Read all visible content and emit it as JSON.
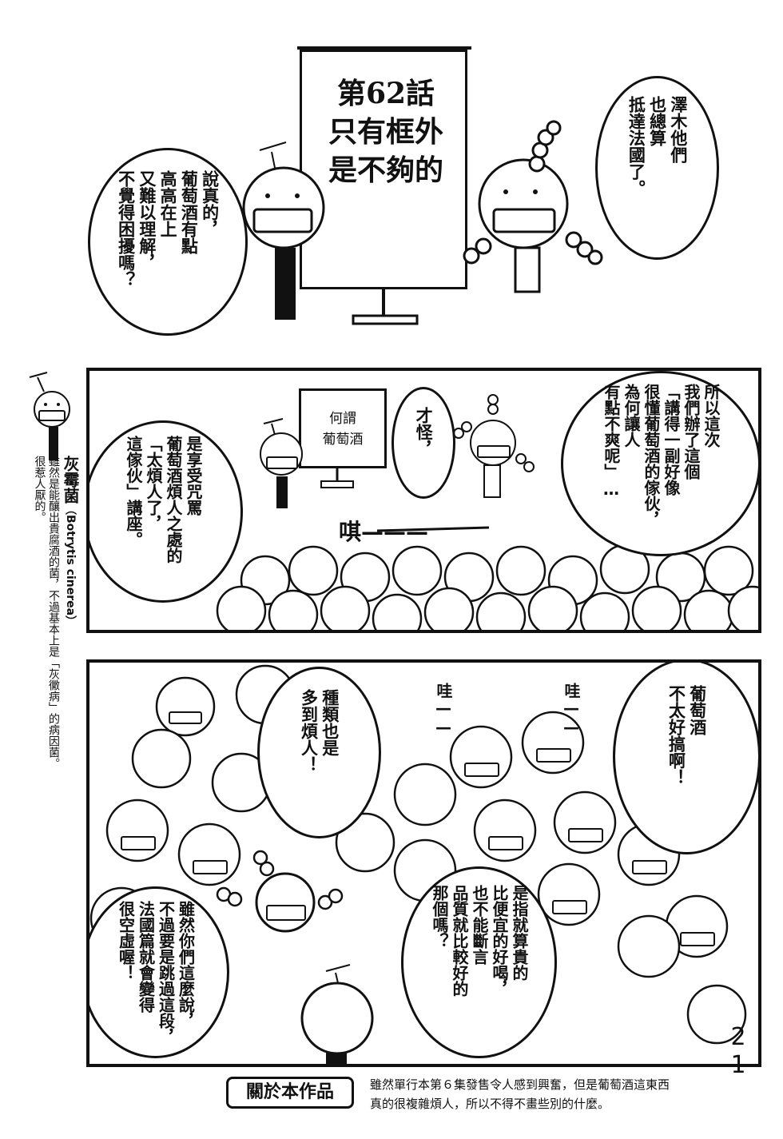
{
  "chapter": {
    "title_line1": "第62話",
    "title_line2": "只有框外",
    "title_line3": "是不夠的"
  },
  "top_section": {
    "bubble_right": "澤木他們\n也總算\n抵達法國了。",
    "bubble_left": "說真的，\n葡萄酒有點\n高高在上\n又難以理解，\n不覺得困擾嗎？"
  },
  "side_note": {
    "name": "灰霉菌",
    "latin": "（Botrytis cinerea）",
    "desc": "雖然是能釀出貴腐酒的菌，不過基本上是「灰黴病」的病因菌。\n很惹人厭的。"
  },
  "panel1": {
    "sign": "何謂\n葡萄酒",
    "bubble_right": "所以這次\n我們辦了這個\n「講得一副好像\n很懂葡萄酒的傢伙，\n為何讓人\n有點不爽呢」…",
    "bubble_mid": "才怪，",
    "bubble_left": "是享受咒罵\n葡萄酒煩人之處的\n「太煩人了，\n這傢伙」講座。",
    "sfx": "唭———"
  },
  "panel2": {
    "bubble_right": "葡萄酒\n不太好搞啊！",
    "sfx1": "哇——",
    "sfx2": "哇——",
    "bubble_top": "種類也是\n多到煩人！",
    "bubble_mid": "是指就算貴的\n比便宜的好喝，\n也不能斷言\n品質就比較好的\n那個嗎？",
    "bubble_left": "雖然你們這麼說，\n不過要是跳過這段，\n法國篇就會變得\n很空虛喔！"
  },
  "page_number": "21",
  "footer": {
    "label": "關於本作品",
    "text_line1": "雖然單行本第６集發售令人感到興奮，但是葡萄酒這東西",
    "text_line2": "真的很複雜煩人，所以不得不畫些別的什麼。"
  }
}
